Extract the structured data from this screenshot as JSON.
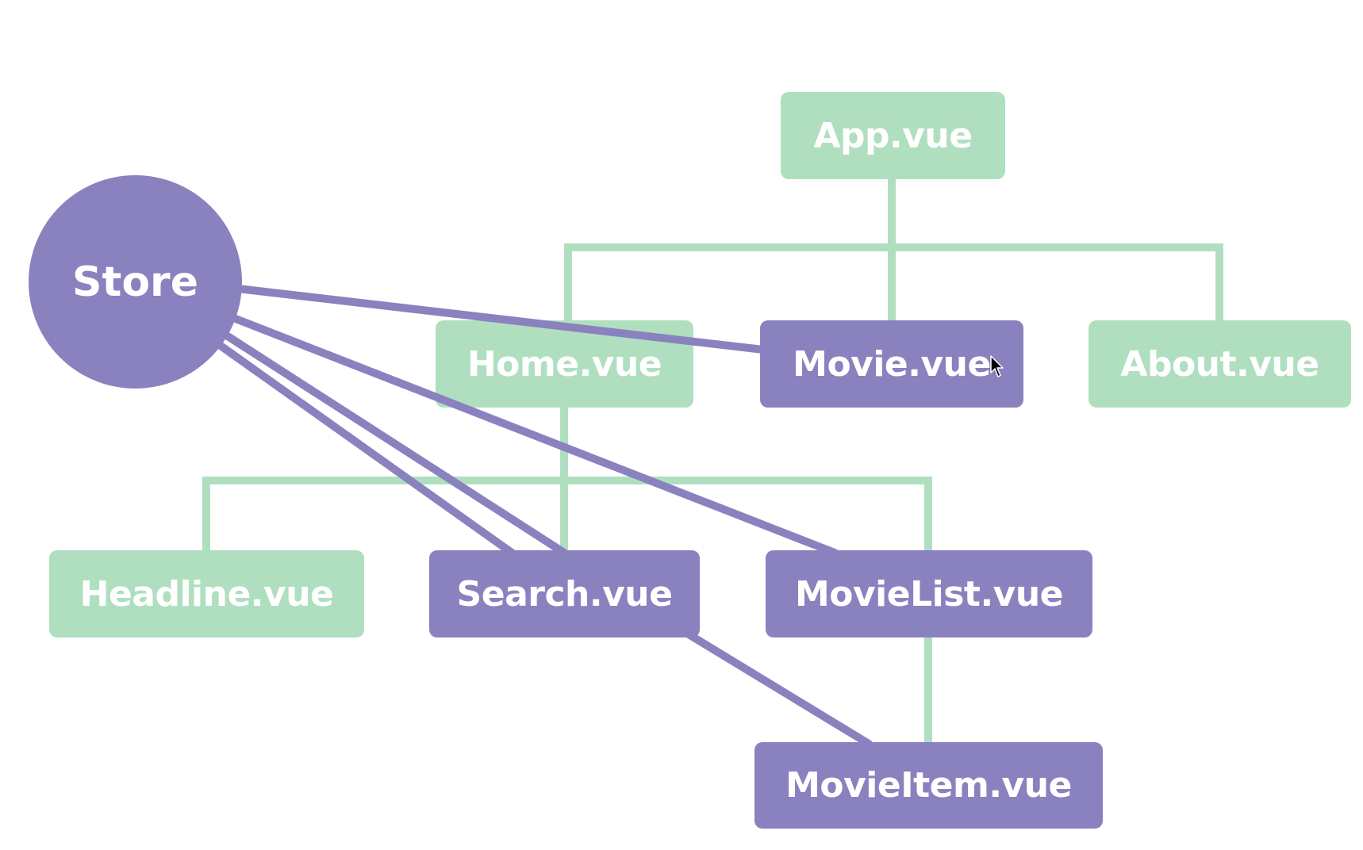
{
  "diagram": {
    "colors": {
      "green": "#b0dfc0",
      "purple": "#8a82bf"
    },
    "store": {
      "label": "Store"
    },
    "nodes": {
      "app": {
        "label": "App.vue"
      },
      "home": {
        "label": "Home.vue"
      },
      "movie": {
        "label": "Movie.vue"
      },
      "about": {
        "label": "About.vue"
      },
      "headline": {
        "label": "Headline.vue"
      },
      "search": {
        "label": "Search.vue"
      },
      "movielist": {
        "label": "MovieList.vue"
      },
      "movieitem": {
        "label": "MovieItem.vue"
      }
    },
    "cursor": {
      "icon": "mouse-pointer-icon"
    }
  }
}
